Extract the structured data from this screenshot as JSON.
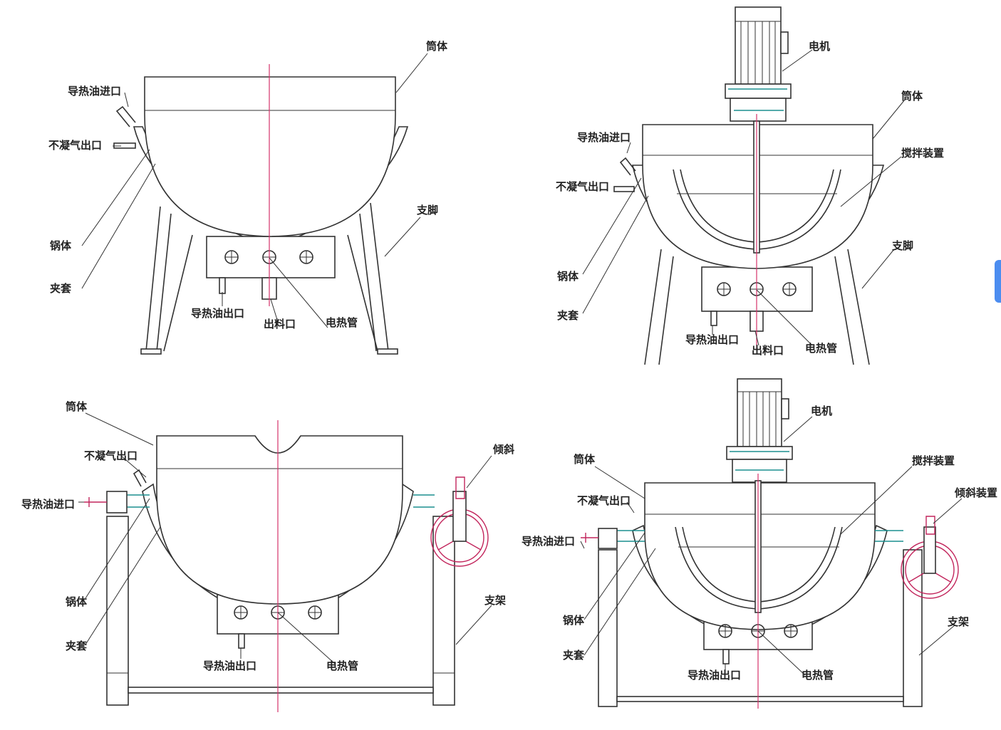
{
  "diagrams": [
    {
      "id": "fixed-basic",
      "labels": {
        "cylinder": "筒体",
        "oil_inlet": "导热油进口",
        "vent": "不凝气出口",
        "pot_body": "锅体",
        "jacket": "夹套",
        "leg": "支脚",
        "oil_outlet": "导热油出口",
        "discharge": "出料口",
        "heater": "电热管"
      }
    },
    {
      "id": "fixed-stirrer",
      "labels": {
        "motor": "电机",
        "cylinder": "筒体",
        "oil_inlet": "导热油进口",
        "stirrer": "搅拌装置",
        "vent": "不凝气出口",
        "leg": "支脚",
        "pot_body": "锅体",
        "jacket": "夹套",
        "oil_outlet": "导热油出口",
        "discharge": "出料口",
        "heater": "电热管"
      }
    },
    {
      "id": "tilting-basic",
      "labels": {
        "cylinder": "筒体",
        "vent": "不凝气出口",
        "tilt": "倾斜",
        "oil_inlet": "导热油进口",
        "pot_body": "锅体",
        "frame": "支架",
        "jacket": "夹套",
        "oil_outlet": "导热油出口",
        "heater": "电热管"
      }
    },
    {
      "id": "tilting-stirrer",
      "labels": {
        "motor": "电机",
        "cylinder": "筒体",
        "stirrer": "搅拌装置",
        "tilt_device": "倾斜装置",
        "vent": "不凝气出口",
        "oil_inlet": "导热油进口",
        "pot_body": "锅体",
        "frame": "支架",
        "jacket": "夹套",
        "oil_outlet": "导热油出口",
        "heater": "电热管"
      }
    }
  ]
}
